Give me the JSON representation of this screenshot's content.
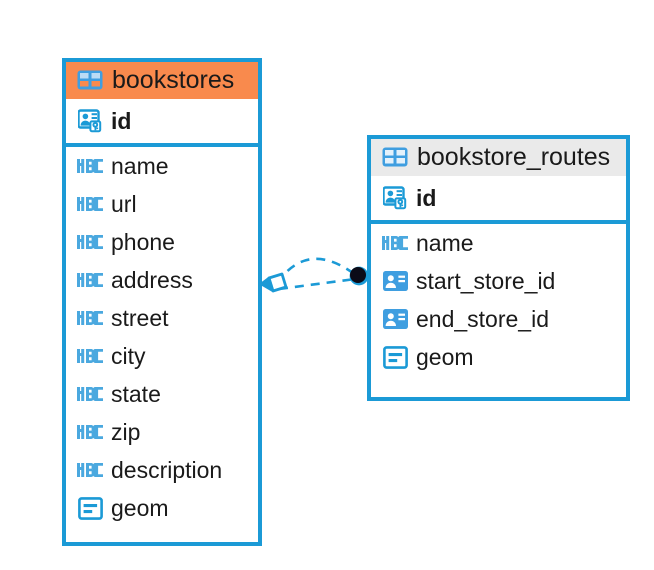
{
  "diagram": {
    "type": "entity-relationship-diagram",
    "background": "#ffffff",
    "accent_color": "#1b9ad6",
    "header_highlight_color": "#f98a4d",
    "header_default_color": "#eaeaea"
  },
  "entities": [
    {
      "name": "bookstores",
      "header_style": "highlighted",
      "fields": [
        {
          "name": "id",
          "icon": "primary-key-icon",
          "key": true
        },
        {
          "name": "name",
          "icon": "abc-text-icon",
          "key": false
        },
        {
          "name": "url",
          "icon": "abc-text-icon",
          "key": false
        },
        {
          "name": "phone",
          "icon": "abc-text-icon",
          "key": false
        },
        {
          "name": "address",
          "icon": "abc-text-icon",
          "key": false
        },
        {
          "name": "street",
          "icon": "abc-text-icon",
          "key": false
        },
        {
          "name": "city",
          "icon": "abc-text-icon",
          "key": false
        },
        {
          "name": "state",
          "icon": "abc-text-icon",
          "key": false
        },
        {
          "name": "zip",
          "icon": "abc-text-icon",
          "key": false
        },
        {
          "name": "description",
          "icon": "abc-text-icon",
          "key": false
        },
        {
          "name": "geom",
          "icon": "geometry-icon",
          "key": false
        }
      ]
    },
    {
      "name": "bookstore_routes",
      "header_style": "default",
      "fields": [
        {
          "name": "id",
          "icon": "primary-key-icon",
          "key": true
        },
        {
          "name": "name",
          "icon": "abc-text-icon",
          "key": false
        },
        {
          "name": "start_store_id",
          "icon": "foreign-key-icon",
          "key": false
        },
        {
          "name": "end_store_id",
          "icon": "foreign-key-icon",
          "key": false
        },
        {
          "name": "geom",
          "icon": "geometry-icon",
          "key": false
        }
      ]
    }
  ],
  "relationship": {
    "from_entity": "bookstores",
    "to_entity": "bookstore_routes",
    "line_style": "dashed",
    "line_color": "#1b9ad6",
    "source_marker": "diamond-marker",
    "target_marker": "filled-circle-marker",
    "target_marker_color": "#0b0b18"
  }
}
